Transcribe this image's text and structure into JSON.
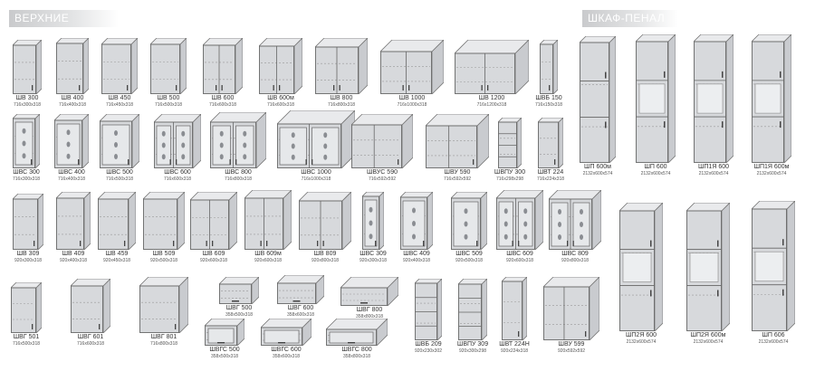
{
  "sections": {
    "upper_title": "ВЕРХНИЕ СЕКЦИИ",
    "pencil_title": "ШКАФ-ПЕНАЛ"
  },
  "items": [
    {
      "id": "sh300",
      "name": "ШВ 300",
      "size": "716x300x318",
      "type": "door"
    },
    {
      "id": "sh400",
      "name": "ШВ 400",
      "size": "716x400x318",
      "type": "door"
    },
    {
      "id": "sh450",
      "name": "ШВ 450",
      "size": "716x450x318",
      "type": "door"
    },
    {
      "id": "sh500",
      "name": "ШВ 500",
      "size": "716x500x318",
      "type": "door"
    },
    {
      "id": "sh600",
      "name": "ШВ 600",
      "size": "716x600x318",
      "type": "double"
    },
    {
      "id": "sh600m",
      "name": "ШВ 600м",
      "size": "716x600x318",
      "type": "double"
    },
    {
      "id": "sh800",
      "name": "ШВ 800",
      "size": "716x800x318",
      "type": "double"
    },
    {
      "id": "sh1000",
      "name": "ШВ 1000",
      "size": "716x1000x318",
      "type": "double"
    },
    {
      "id": "sh1200",
      "name": "ШВ 1200",
      "size": "716x1200x318",
      "type": "double"
    },
    {
      "id": "shb150",
      "name": "ШВБ 150",
      "size": "716x150x318",
      "type": "door"
    },
    {
      "id": "shs300",
      "name": "ШВС 300",
      "size": "716x300x318",
      "type": "glass"
    },
    {
      "id": "shs400",
      "name": "ШВС 400",
      "size": "716x400x318",
      "type": "glass"
    },
    {
      "id": "shs500",
      "name": "ШВС 500",
      "size": "716x500x318",
      "type": "glass"
    },
    {
      "id": "shs600",
      "name": "ШВС 600",
      "size": "716x600x318",
      "type": "glass2"
    },
    {
      "id": "shs800",
      "name": "ШВС 800",
      "size": "716x800x318",
      "type": "glass2"
    },
    {
      "id": "shs1000",
      "name": "ШВС 1000",
      "size": "716x1000x318",
      "type": "glass2"
    },
    {
      "id": "shus590",
      "name": "ШВУС 590",
      "size": "716x592x592",
      "type": "corner"
    },
    {
      "id": "shu590",
      "name": "ШВУ 590",
      "size": "716x592x592",
      "type": "corner"
    },
    {
      "id": "shpu300",
      "name": "ШВПУ 300",
      "size": "716x298x298",
      "type": "shelf"
    },
    {
      "id": "sht224",
      "name": "ШВТ 224",
      "size": "716x224x318",
      "type": "door"
    },
    {
      "id": "sh309",
      "name": "ШВ 309",
      "size": "920x300x318",
      "type": "door"
    },
    {
      "id": "sh409",
      "name": "ШВ 409",
      "size": "920x400x318",
      "type": "door"
    },
    {
      "id": "sh459",
      "name": "ШВ 459",
      "size": "920x450x318",
      "type": "door"
    },
    {
      "id": "sh509",
      "name": "ШВ 509",
      "size": "920x500x318",
      "type": "door"
    },
    {
      "id": "sh609",
      "name": "ШВ 609",
      "size": "920x600x318",
      "type": "double"
    },
    {
      "id": "sh609m",
      "name": "ШВ 609м",
      "size": "920x600x318",
      "type": "double"
    },
    {
      "id": "sh809",
      "name": "ШВ 809",
      "size": "920x800x318",
      "type": "double"
    },
    {
      "id": "shs309",
      "name": "ШВС 309",
      "size": "920x300x318",
      "type": "glass"
    },
    {
      "id": "shs409",
      "name": "ШВС 409",
      "size": "920x400x318",
      "type": "glass"
    },
    {
      "id": "shs509",
      "name": "ШВС 509",
      "size": "920x500x318",
      "type": "glass"
    },
    {
      "id": "shs609",
      "name": "ШВС 609",
      "size": "920x600x318",
      "type": "glass2"
    },
    {
      "id": "shs809",
      "name": "ШВС 809",
      "size": "920x800x318",
      "type": "glass2"
    },
    {
      "id": "shg501",
      "name": "ШВГ 501",
      "size": "716x500x318",
      "type": "door"
    },
    {
      "id": "shg601",
      "name": "ШВГ 601",
      "size": "716x600x318",
      "type": "door"
    },
    {
      "id": "shg801",
      "name": "ШВГ 801",
      "size": "716x800x318",
      "type": "door"
    },
    {
      "id": "shg500",
      "name": "ШВГ 500",
      "size": "358x500x318",
      "type": "flat"
    },
    {
      "id": "shg600",
      "name": "ШВГ 600",
      "size": "358x600x318",
      "type": "flat"
    },
    {
      "id": "shg800",
      "name": "ШВГ 800",
      "size": "358x800x318",
      "type": "flat"
    },
    {
      "id": "shgs500",
      "name": "ШВГС 500",
      "size": "358x500x318",
      "type": "flatglass"
    },
    {
      "id": "shgs600",
      "name": "ШВГС 600",
      "size": "358x600x318",
      "type": "flatglass"
    },
    {
      "id": "shgs800",
      "name": "ШВГС 800",
      "size": "358x800x318",
      "type": "flatglass"
    },
    {
      "id": "shb209",
      "name": "ШВБ 209",
      "size": "920x230x302",
      "type": "shelf"
    },
    {
      "id": "shpu309",
      "name": "ШВПУ 309",
      "size": "920x300x298",
      "type": "shelf"
    },
    {
      "id": "sht224h",
      "name": "ШВТ 224Н",
      "size": "920x224x318",
      "type": "door"
    },
    {
      "id": "shu599",
      "name": "ШВУ 599",
      "size": "920x592x592",
      "type": "corner"
    },
    {
      "id": "shp600m",
      "name": "ШП 600м",
      "size": "2132x600x574",
      "type": "tall"
    },
    {
      "id": "shp600",
      "name": "ШП 600",
      "size": "2132x600x574",
      "type": "tallopen"
    },
    {
      "id": "shp1ya600",
      "name": "ШП1Я 600",
      "size": "2132x600x574",
      "type": "tallopen"
    },
    {
      "id": "shp1ya600m",
      "name": "ШП1Я 600м",
      "size": "2132x600x574",
      "type": "tallopen"
    },
    {
      "id": "shp2ya600",
      "name": "ШП2Я 600",
      "size": "2132x600x574",
      "type": "tallopen"
    },
    {
      "id": "shp2ya600m",
      "name": "ШП2Я 600м",
      "size": "2132x600x574",
      "type": "tallopen"
    },
    {
      "id": "shp606",
      "name": "ШП 606",
      "size": "2132x600x574",
      "type": "tallopen"
    }
  ]
}
